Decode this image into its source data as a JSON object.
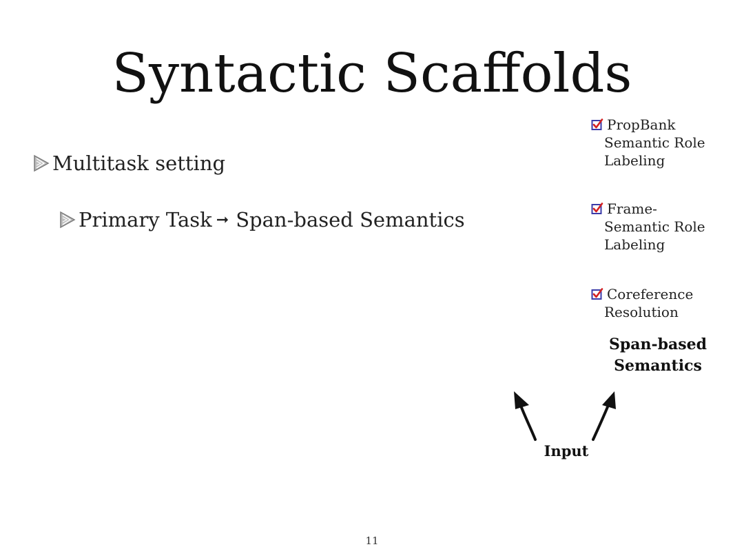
{
  "slide": {
    "title": "Syntactic Scaffolds",
    "page_number": "11"
  },
  "bullets": [
    {
      "text": "Multitask setting"
    },
    {
      "text_before_arrow": "Primary Task",
      "arrow_glyph": "➞",
      "text_after_arrow": "Span-based Semantics"
    }
  ],
  "tasks": [
    {
      "first_line": "PropBank",
      "rest": [
        "Semantic Role",
        "Labeling"
      ]
    },
    {
      "first_line": "Frame-",
      "rest": [
        "Semantic Role",
        "Labeling"
      ]
    },
    {
      "first_line": "Coreference",
      "rest": [
        "Resolution"
      ]
    }
  ],
  "diagram": {
    "primary_label_line1": "Span-based",
    "primary_label_line2": "Semantics",
    "input_label": "Input"
  },
  "colors": {
    "checkbox_border": "#3a3aa8",
    "checkmark": "#d42020",
    "bullet_triangle": "#8a8a8a"
  },
  "icons": {
    "bullet": "triangle-bullet-icon",
    "task_marker": "checkbox-checked-icon",
    "diagram_arrow": "arrow-up-icon"
  }
}
